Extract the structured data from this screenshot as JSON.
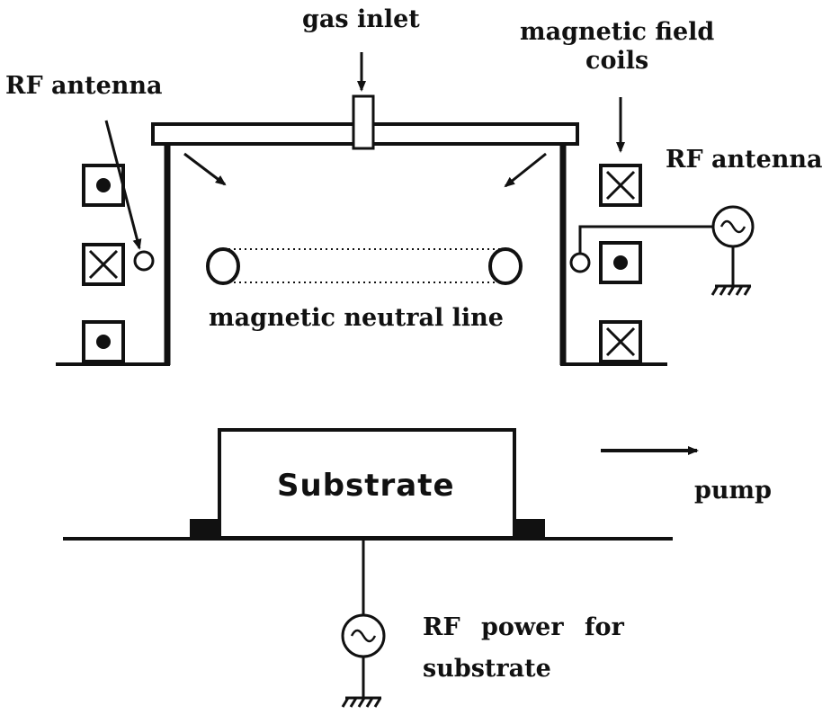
{
  "labels": {
    "gas_inlet": "gas inlet",
    "rf_antenna_left": "RF antenna",
    "magnetic_field_coils": "magnetic field\ncoils",
    "rf_antenna_right": "RF antenna",
    "neutral_line": "magnetic neutral line",
    "substrate": "Substrate",
    "pump": "pump",
    "rf_power_line1": "RF power for",
    "rf_power_line2": "substrate"
  },
  "colors": {
    "ink": "#111111",
    "background": "#ffffff"
  },
  "icons": {
    "coil_current_out": "dot-in-square",
    "coil_current_in": "cross-in-square",
    "rf_source": "ac-source-circle",
    "ground": "ground-symbol"
  }
}
